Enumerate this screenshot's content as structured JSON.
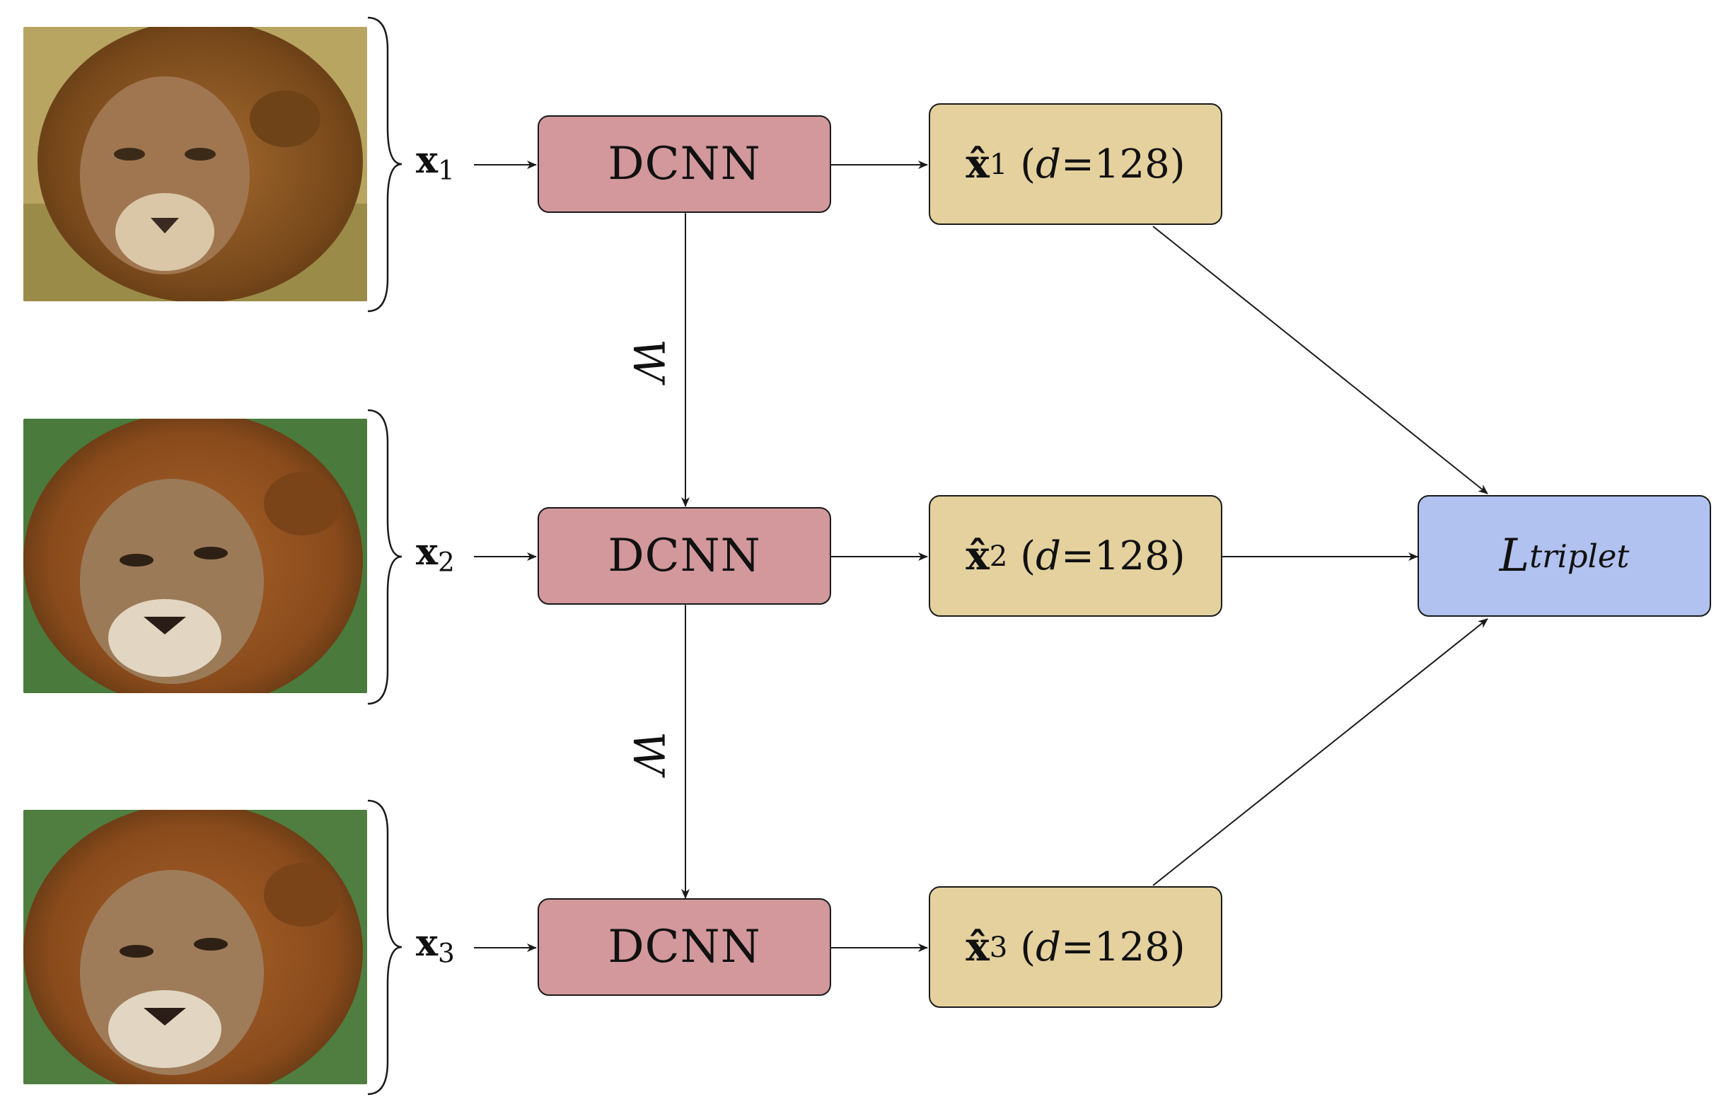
{
  "inputs": [
    {
      "label_main": "x",
      "label_sub": "1"
    },
    {
      "label_main": "x",
      "label_sub": "2"
    },
    {
      "label_main": "x",
      "label_sub": "3"
    }
  ],
  "network": {
    "label": "DCNN"
  },
  "shared_weight_label": "W",
  "embeddings": [
    {
      "main": "x̂",
      "sub": "1",
      "var": "d",
      "eq": " = ",
      "value": "128"
    },
    {
      "main": "x̂",
      "sub": "2",
      "var": "d",
      "eq": " = ",
      "value": "128"
    },
    {
      "main": "x̂",
      "sub": "3",
      "var": "d",
      "eq": " = ",
      "value": "128"
    }
  ],
  "loss": {
    "main": "L",
    "sub": "triplet"
  },
  "colors": {
    "dcnn": "#d2989b",
    "embedding": "#e4d19e",
    "loss": "#b1c1f0",
    "stroke": "#1a1a1a"
  },
  "icons": [
    "lion-photo",
    "brace-icon",
    "arrow-icon"
  ]
}
